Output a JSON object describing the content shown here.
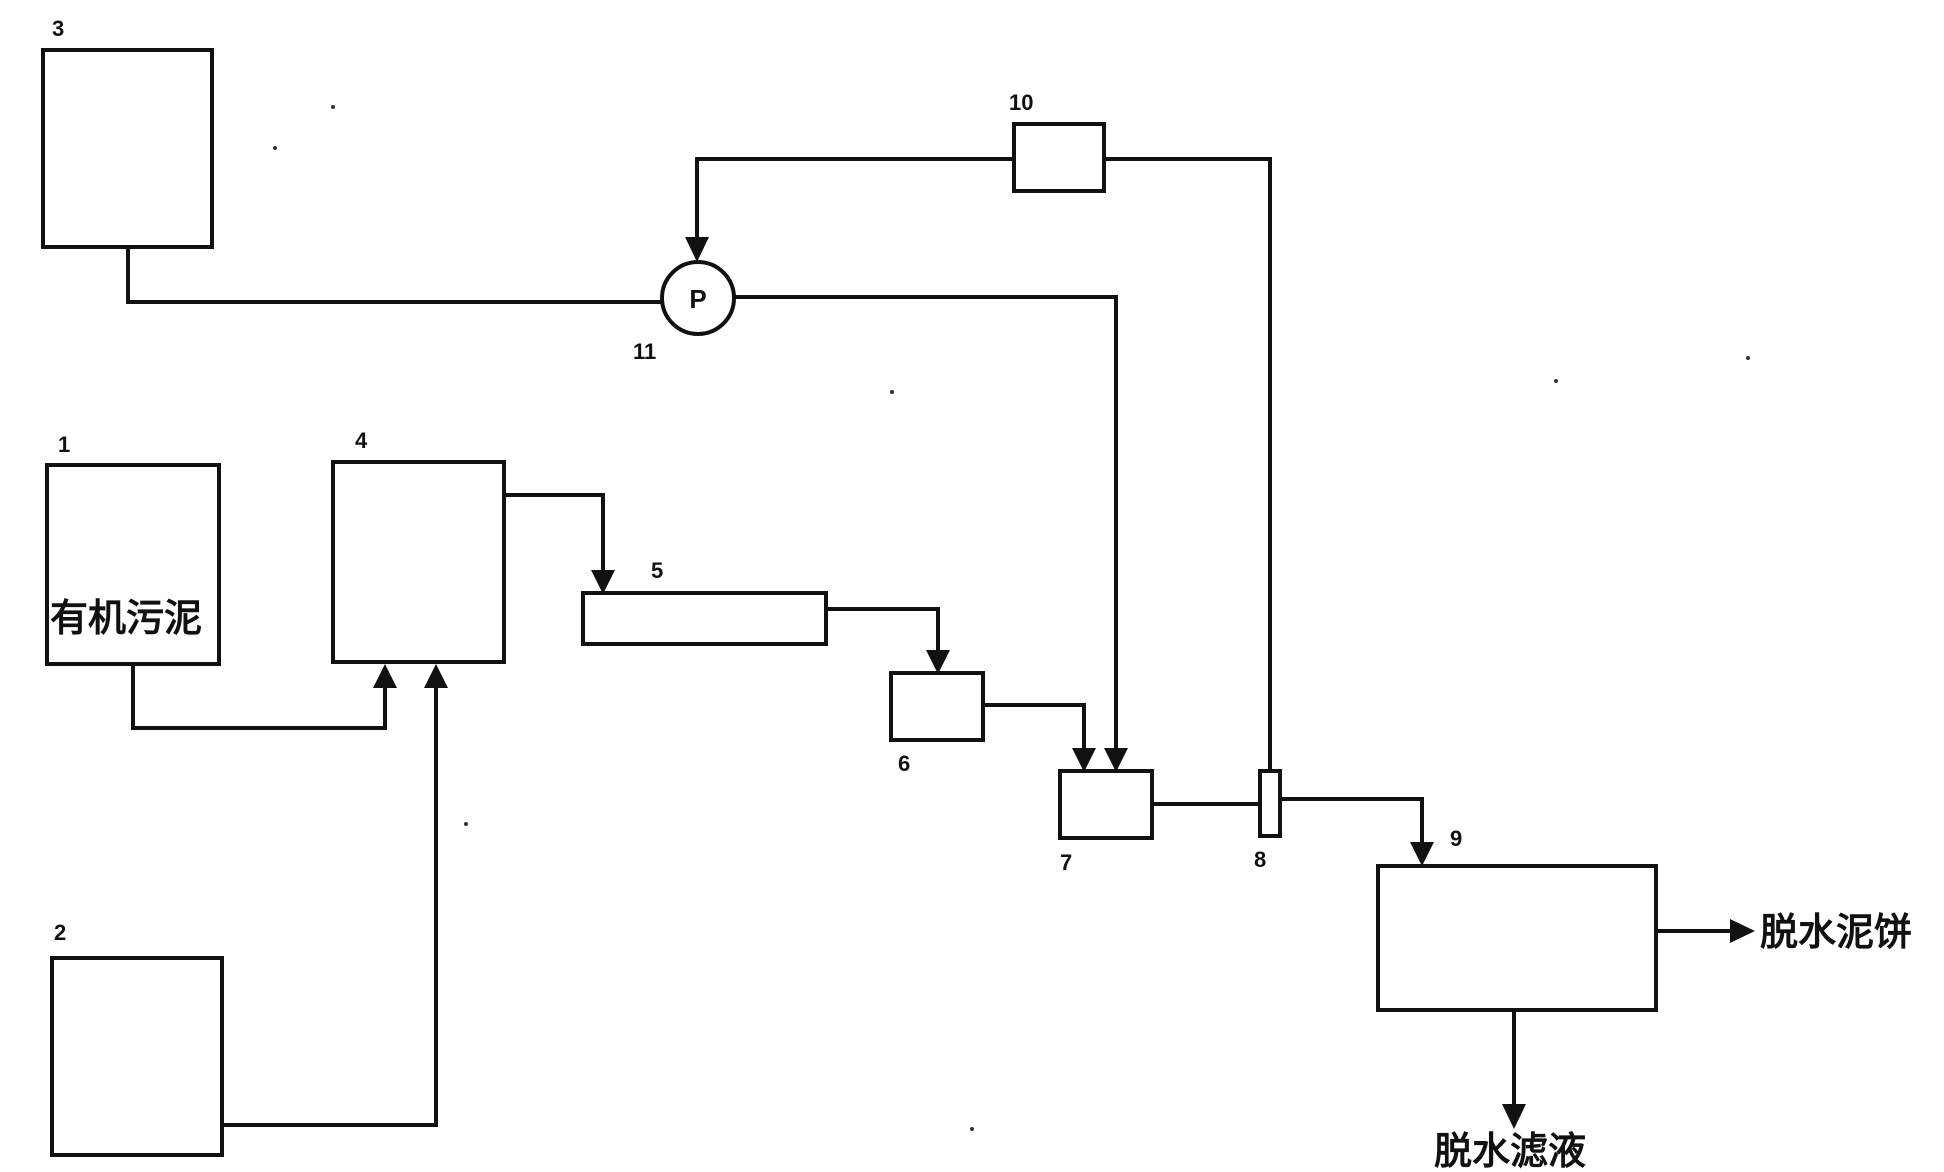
{
  "labels": {
    "unit_1": "1",
    "unit_2": "2",
    "unit_3": "3",
    "unit_4": "4",
    "unit_5": "5",
    "unit_6": "6",
    "unit_7": "7",
    "unit_8": "8",
    "unit_9": "9",
    "unit_10": "10",
    "unit_11": "11"
  },
  "texts": {
    "organic_sludge": "有机污泥",
    "pump_letter": "P",
    "dewatered_cake": "脱水泥饼",
    "dewatered_filtrate": "脱水滤液"
  }
}
